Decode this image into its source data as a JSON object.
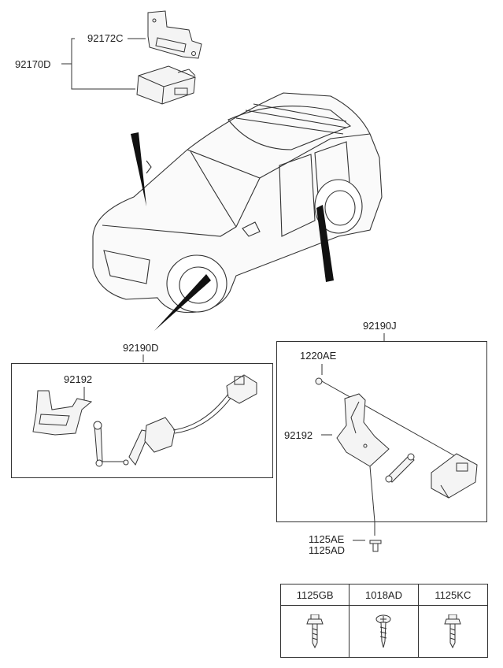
{
  "labels": {
    "bracket_top": "92172C",
    "module_assy": "92170D",
    "sensor_front": "92190D",
    "sensor_rear": "92190J",
    "bracket_front": "92192",
    "bolt_rear": "1220AE",
    "bracket_rear": "92192",
    "screw_a": "1125AE",
    "screw_b": "1125AD"
  },
  "fastener_table": {
    "headers": [
      "1125GB",
      "1018AD",
      "1125KC"
    ],
    "icons": [
      "flange-bolt-icon",
      "tapping-screw-icon",
      "flange-bolt-icon"
    ]
  }
}
